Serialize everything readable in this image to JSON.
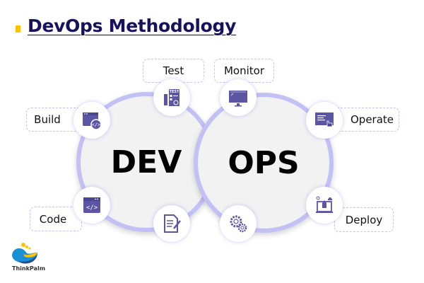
{
  "title": "DevOps Methodology",
  "circles": {
    "dev": "DEV",
    "ops": "OPS"
  },
  "stages": {
    "build": "Build",
    "test": "Test",
    "monitor": "Monitor",
    "operate": "Operate",
    "code": "Code",
    "deploy": "Deploy"
  },
  "logo": {
    "text": "ThinkPalm"
  },
  "colors": {
    "accent": "#5b55a3",
    "ring": "#c3c0f6",
    "title": "#16125c",
    "marker": "#ffc400"
  }
}
